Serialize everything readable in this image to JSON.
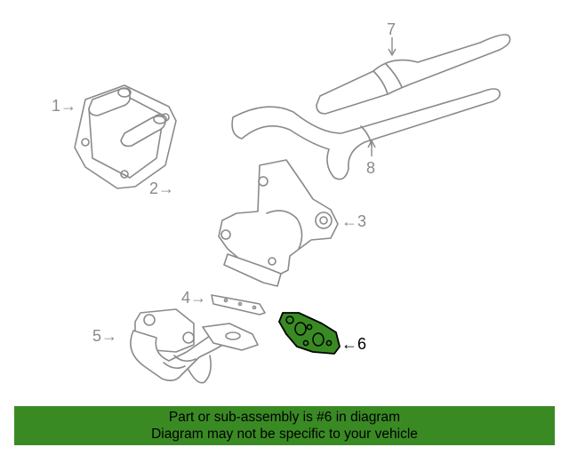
{
  "diagram": {
    "callouts": [
      {
        "number": "1",
        "label": "1→"
      },
      {
        "number": "2",
        "label": "2→"
      },
      {
        "number": "3",
        "label": "←3"
      },
      {
        "number": "4",
        "label": "4→"
      },
      {
        "number": "5",
        "label": "5→"
      },
      {
        "number": "6",
        "label": "←6"
      },
      {
        "number": "7",
        "label": "7"
      },
      {
        "number": "8",
        "label": "8"
      }
    ],
    "highlighted_part": "6",
    "colors": {
      "line_art": "#8a8a8a",
      "highlight_fill": "#3a8a24",
      "highlight_outline": "#000000",
      "banner_background": "#3a8a24"
    }
  },
  "banner": {
    "line1": "Part or sub-assembly is #6 in diagram",
    "line2": "Diagram may not be specific to your vehicle"
  }
}
